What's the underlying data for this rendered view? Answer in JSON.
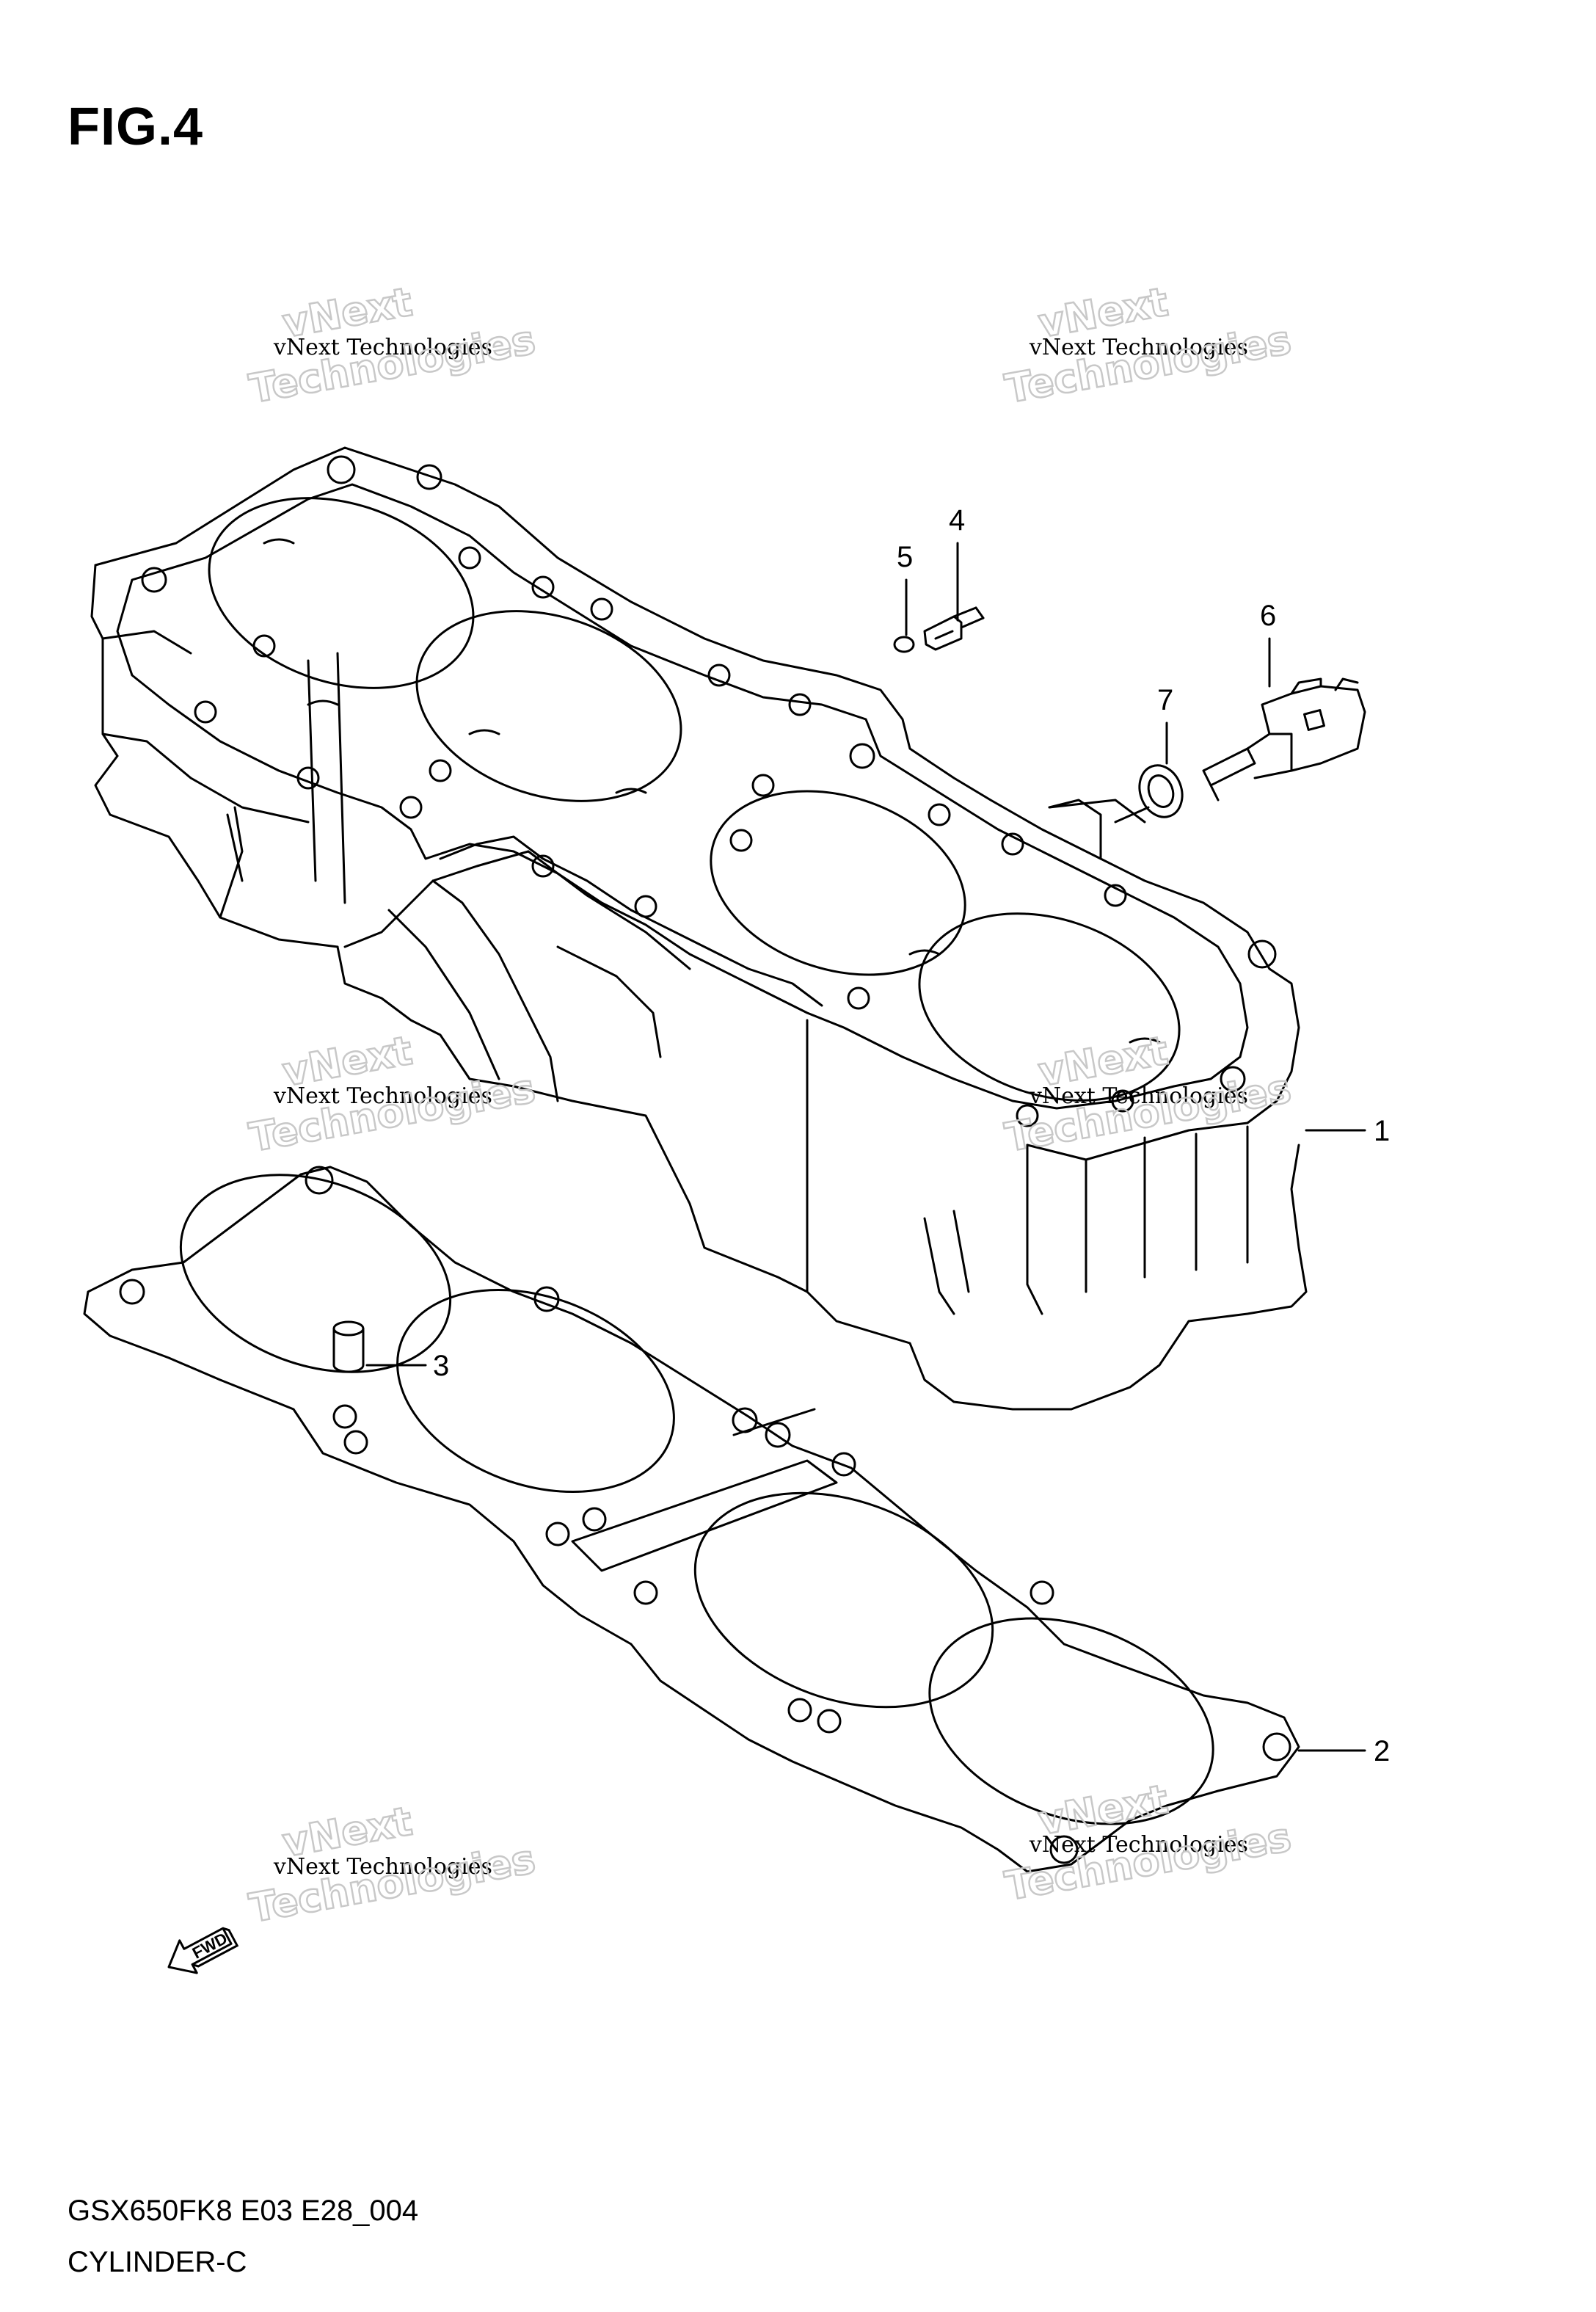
{
  "figure": {
    "title": "FIG.4",
    "model_code": "GSX650FK8 E03 E28_004",
    "section_name": "CYLINDER-C"
  },
  "callouts": [
    "1",
    "2",
    "3",
    "4",
    "5",
    "6",
    "7"
  ],
  "watermark": {
    "line1": "vNext",
    "line2": "vNext Technologies",
    "line3": "Technologies"
  },
  "fwd_label": "FWD"
}
